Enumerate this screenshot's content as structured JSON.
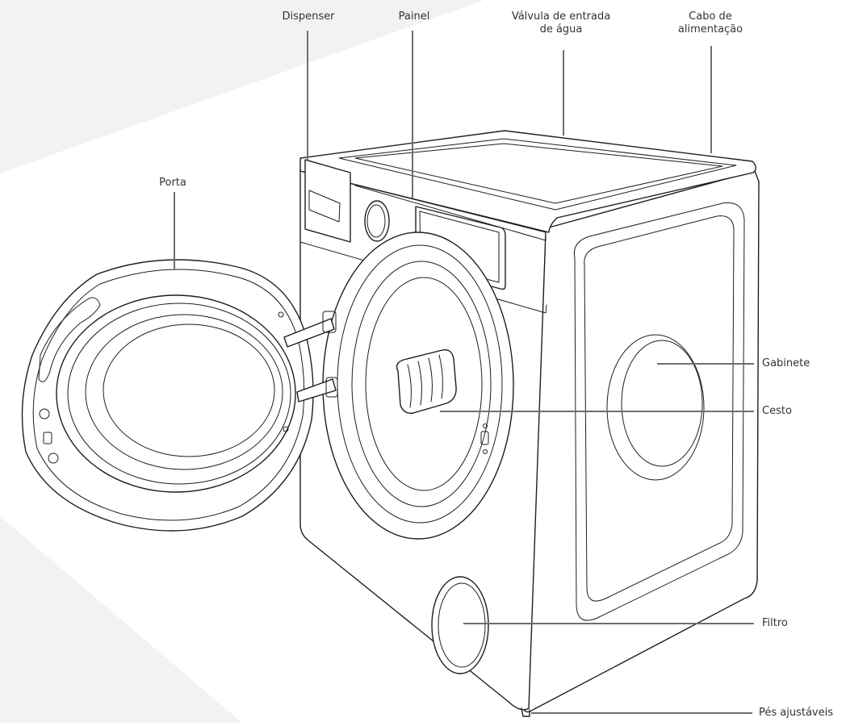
{
  "labels": {
    "dispenser": "Dispenser",
    "painel": "Painel",
    "valvula_line1": "Válvula de entrada",
    "valvula_line2": "de água",
    "cabo_line1": "Cabo de",
    "cabo_line2": "alimentação",
    "porta": "Porta",
    "gabinete": "Gabinete",
    "cesto": "Cesto",
    "filtro": "Filtro",
    "pes": "Pés ajustáveis"
  },
  "colors": {
    "background_shape": "#f2f2f3",
    "line_art": "#1e1e1e",
    "leader_lines": "#6f6f6f",
    "label_text": "#333333"
  }
}
